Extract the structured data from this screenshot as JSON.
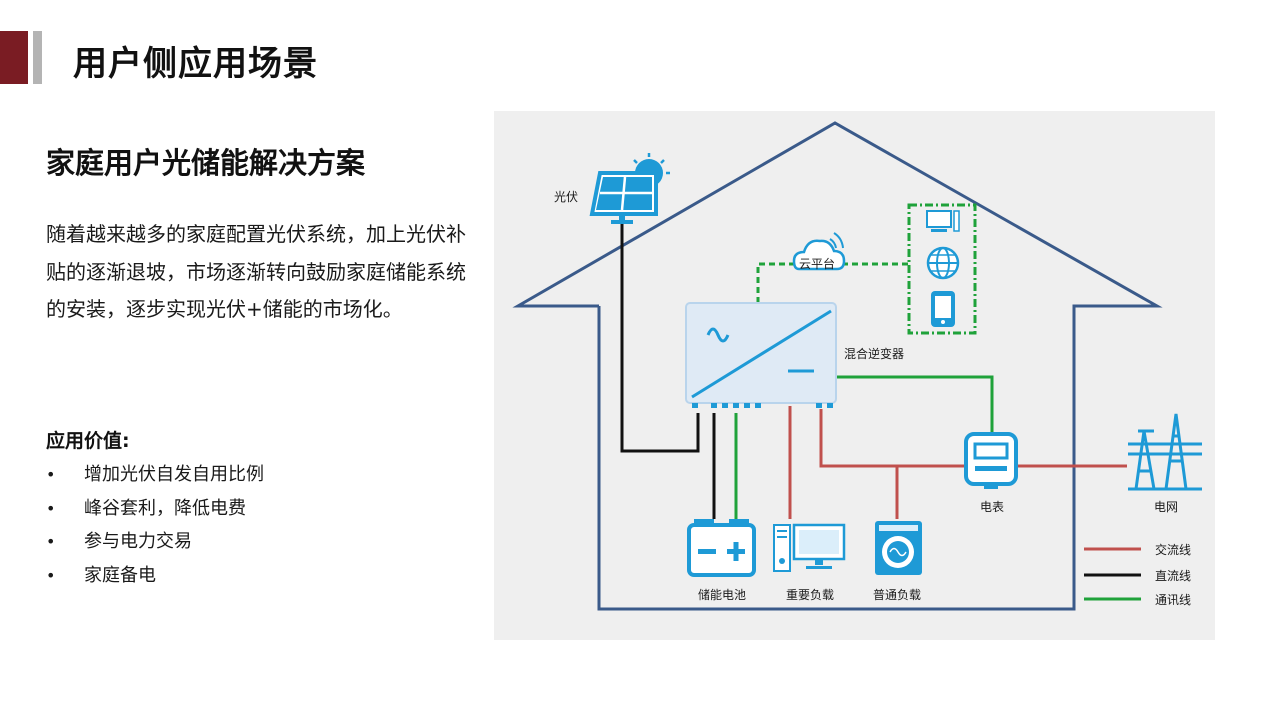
{
  "header": {
    "title": "用户侧应用场景"
  },
  "section": {
    "title": "家庭用户光储能解决方案",
    "paragraph": "随着越来越多的家庭配置光伏系统，加上光伏补贴的逐渐退坡，市场逐渐转向鼓励家庭储能系统的安装，逐步实现光伏+储能的市场化。",
    "values_heading": "应用价值:",
    "bullets": [
      "增加光伏自发自用比例",
      "峰谷套利，降低电费",
      "参与电力交易",
      "家庭备电"
    ]
  },
  "diagram": {
    "labels": {
      "pv": "光伏",
      "cloud": "云平台",
      "inverter": "混合逆变器",
      "battery": "储能电池",
      "critical_load": "重要负载",
      "normal_load": "普通负载",
      "meter": "电表",
      "grid": "电网"
    },
    "legend": [
      {
        "label": "交流线",
        "color": "#c0504d"
      },
      {
        "label": "直流线",
        "color": "#111111"
      },
      {
        "label": "通讯线",
        "color": "#1fa23a"
      }
    ],
    "colors": {
      "icon": "#1e9ad6",
      "house": "#3a5a8a",
      "background": "#efefef"
    }
  }
}
